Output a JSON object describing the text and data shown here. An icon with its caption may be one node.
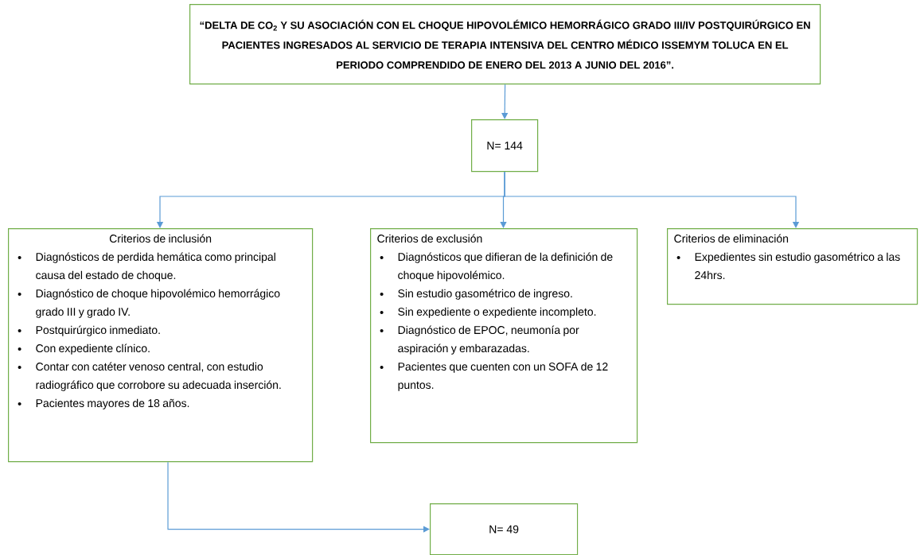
{
  "diagram": {
    "nodes": [
      {
        "text": [
          "“DELTA DE CO$_{2}$ Y SU ASOCIACIÓN CON EL CHOQUE HIPOVOLÉMICO HEMORRÁGICO GRADO III/IV POSTQUIRÚRGICO EN PACIENTES INGRESADOS AL SERVICIO DE TERAPIA INTENSIVA DEL CENTRO MÉDICO ISSEMYM TOLUCA EN EL PERIODO COMPRENDIDO DE ENERO DEL 2013 A JUNIO DEL 2016”."
        ]
      },
      {
        "text": [
          "N= 144"
        ]
      },
      {
        "text": [
          "Criterios de inclusión",
          "Diagnósticos de perdida hemática como principal causa del estado de choque.",
          "Diagnóstico de choque hipovolémico hemorrágico grado III y grado IV.",
          "Postquirúrgico inmediato.",
          "Con expediente clínico.",
          "Contar con catéter venoso central, con estudio radiográfico que corrobore su adecuada inserción.",
          "Pacientes mayores de 18 años."
        ]
      },
      {
        "text": [
          "Criterios de exclusión",
          "Diagnósticos que difieran de la definición de choque hipovolémico.",
          "Sin estudio gasométrico de ingreso.",
          "Sin expediente o expediente incompleto.",
          "Diagnóstico de EPOC, neumonía por aspiración y embarazadas.",
          "Pacientes que cuenten con un SOFA de 12 puntos."
        ]
      },
      {
        "text": [
          "Criterios de eliminación",
          "Expedientes sin estudio gasométrico a las 24hrs."
        ]
      },
      {
        "text": [
          "N= 49"
        ]
      }
    ],
    "edges": [
      {
        "from": 0,
        "to": 1,
        "arrow": "to"
      },
      {
        "from": 1,
        "to": 2,
        "arrow": "to"
      },
      {
        "from": 1,
        "to": 3,
        "arrow": "to"
      },
      {
        "from": 1,
        "to": 4,
        "arrow": "to"
      },
      {
        "from": 2,
        "to": 5,
        "arrow": "to"
      }
    ]
  }
}
